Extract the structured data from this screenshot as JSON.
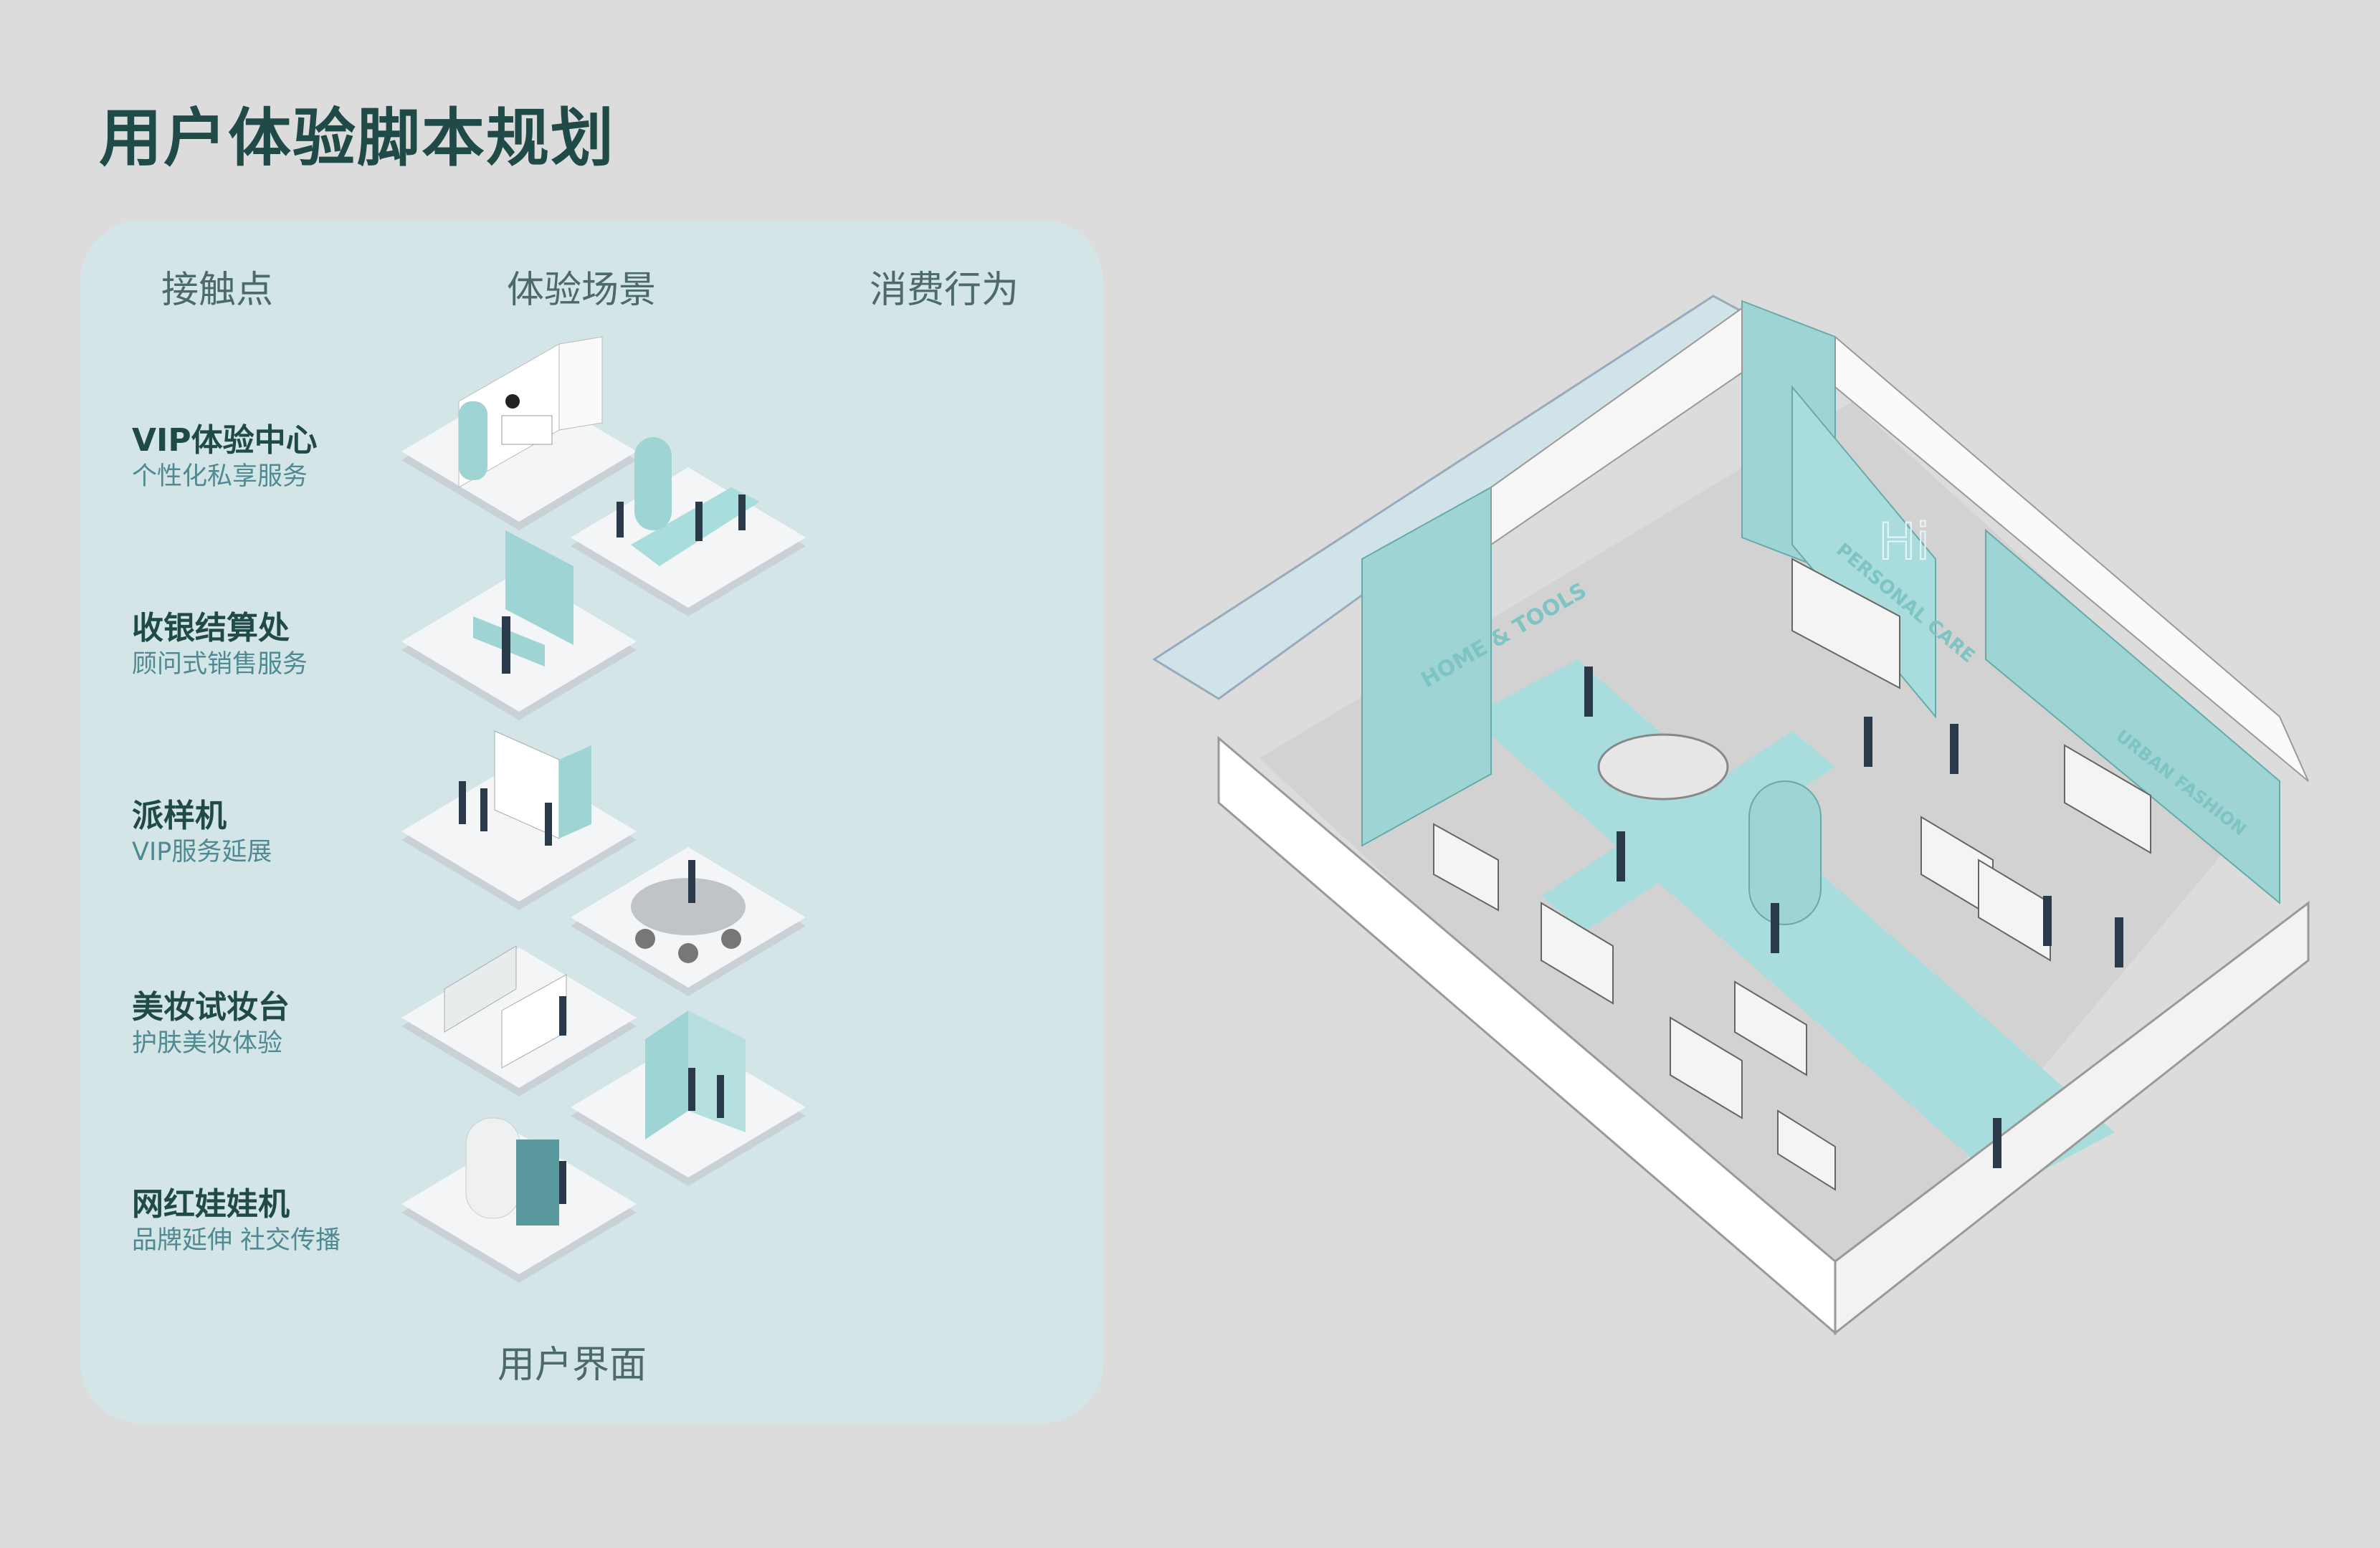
{
  "title": "用户体验脚本规划",
  "columns": [
    "接触点",
    "体验场景",
    "消费行为"
  ],
  "rows": [
    {
      "title": "VIP体验中心",
      "subtitle": "个性化私享服务"
    },
    {
      "title": "收银结算处",
      "subtitle": "顾问式销售服务"
    },
    {
      "title": "派样机",
      "subtitle": "VIP服务延展"
    },
    {
      "title": "美妆试妆台",
      "subtitle": "护肤美妆体验"
    },
    {
      "title": "网红娃娃机",
      "subtitle": "品牌延伸 社交传播"
    }
  ],
  "footer": "用户界面",
  "store_signs": {
    "home_tools": "HOME & TOOLS",
    "personal_care": "PERSONAL CARE",
    "hi": "Hi",
    "fashion": "URBAN FASHION"
  },
  "colors": {
    "background": "#dcdcdc",
    "panel": "#d4e5e8",
    "teal": "#9fd4d4",
    "dark_green": "#1f4a47"
  }
}
